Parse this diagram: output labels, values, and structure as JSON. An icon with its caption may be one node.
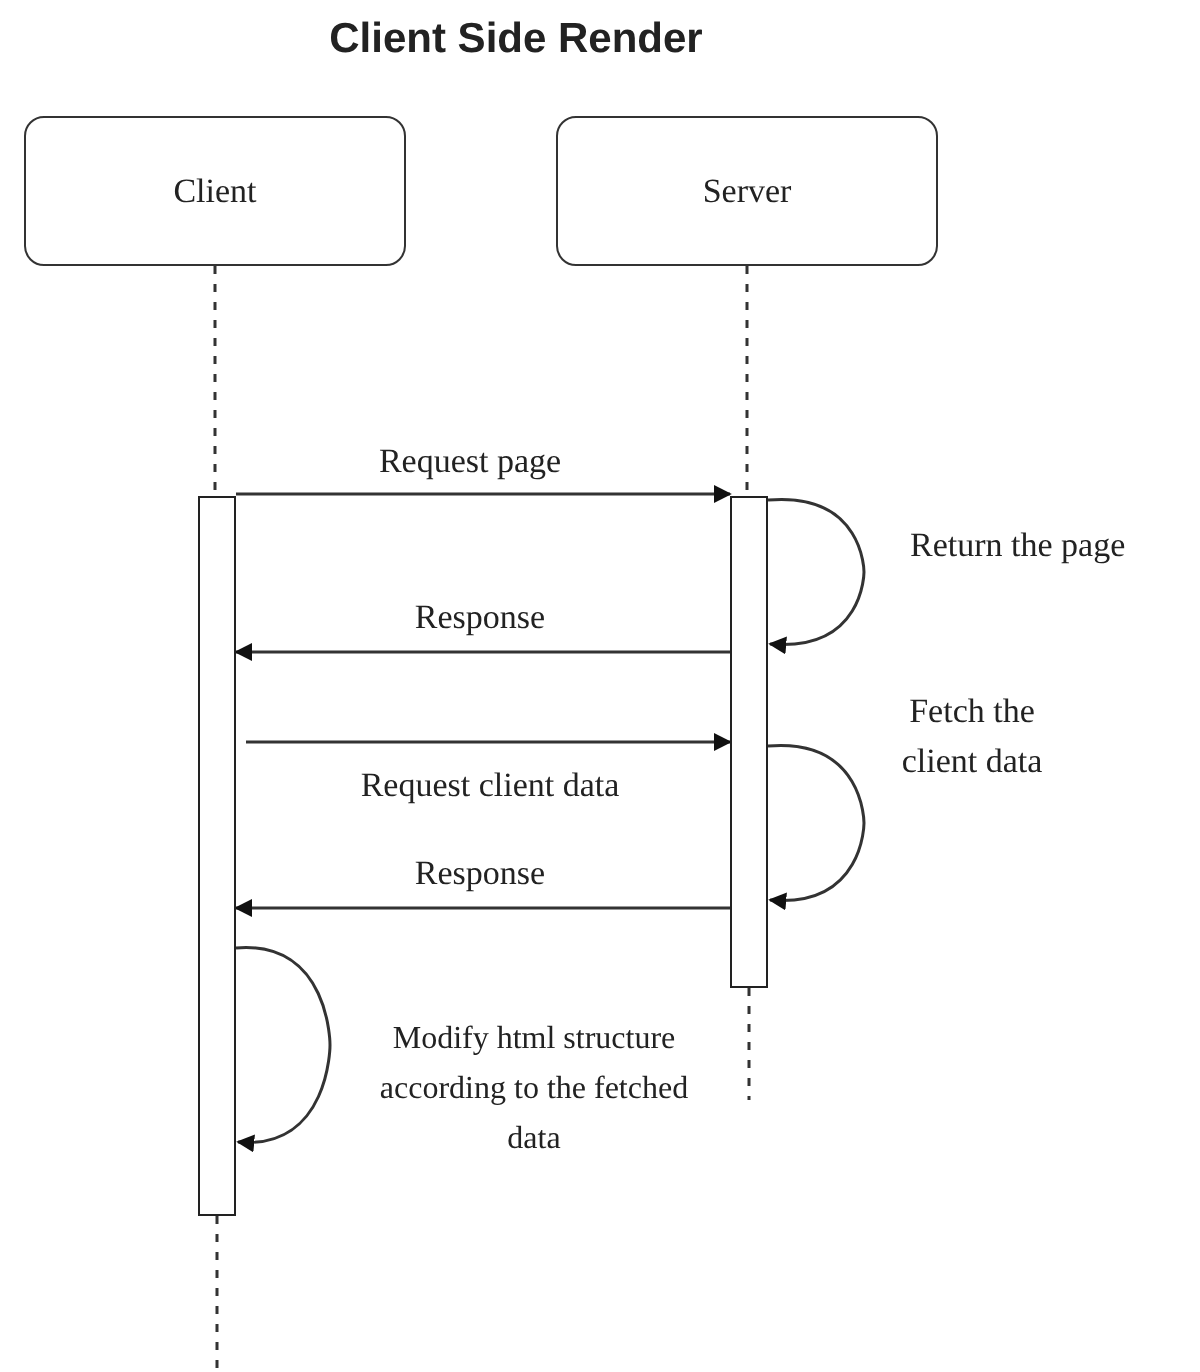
{
  "diagram": {
    "title": "Client Side Render",
    "nodes": [
      {
        "text": [
          "Client"
        ]
      },
      {
        "text": [
          "Server"
        ]
      },
      {
        "text": [],
        "shape": "bar"
      },
      {
        "text": [],
        "shape": "bar"
      }
    ],
    "edges": [
      {
        "from": 0,
        "to": 2,
        "arrow": "none",
        "style": "dashed"
      },
      {
        "from": 2,
        "to": null,
        "arrow": "none",
        "style": "dashed"
      },
      {
        "from": 1,
        "to": 3,
        "arrow": "none",
        "style": "dashed"
      },
      {
        "from": 3,
        "to": null,
        "arrow": "none",
        "style": "dashed"
      },
      {
        "from": 2,
        "to": 3,
        "arrow": "to",
        "label": "Request page"
      },
      {
        "from": 3,
        "to": 3,
        "arrow": "to",
        "label": "Return the page"
      },
      {
        "from": 3,
        "to": 2,
        "arrow": "to",
        "label": "Response"
      },
      {
        "from": 2,
        "to": 3,
        "arrow": "to",
        "label": "Request client data"
      },
      {
        "from": 3,
        "to": 3,
        "arrow": "to",
        "label": "Fetch the client data"
      },
      {
        "from": 3,
        "to": 2,
        "arrow": "to",
        "label": "Response"
      },
      {
        "from": 2,
        "to": 2,
        "arrow": "to",
        "label": "Modify html structure according to the fetched data"
      }
    ]
  }
}
